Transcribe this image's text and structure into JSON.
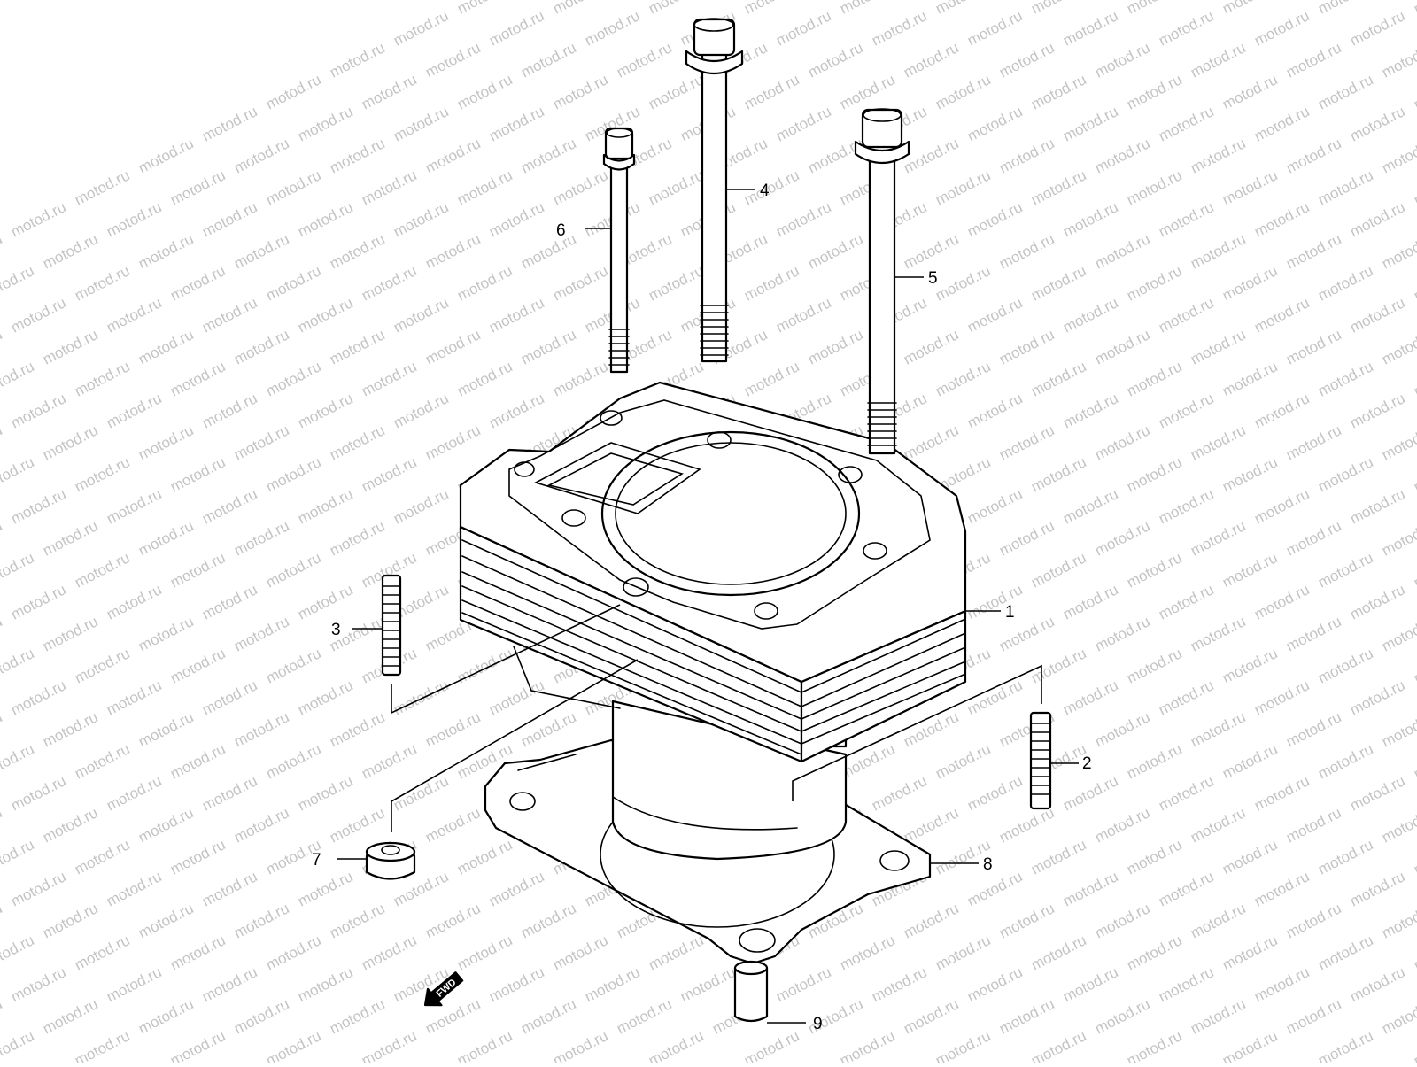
{
  "watermark": {
    "text": "motod.ru",
    "color": "#c4c4c4"
  },
  "fwd_arrow": {
    "label": "FWD"
  },
  "callouts": [
    {
      "id": "1",
      "text": "1"
    },
    {
      "id": "2",
      "text": "2"
    },
    {
      "id": "3",
      "text": "3"
    },
    {
      "id": "4",
      "text": "4"
    },
    {
      "id": "5",
      "text": "5"
    },
    {
      "id": "6",
      "text": "6"
    },
    {
      "id": "7",
      "text": "7"
    },
    {
      "id": "8",
      "text": "8"
    },
    {
      "id": "9",
      "text": "9"
    }
  ]
}
